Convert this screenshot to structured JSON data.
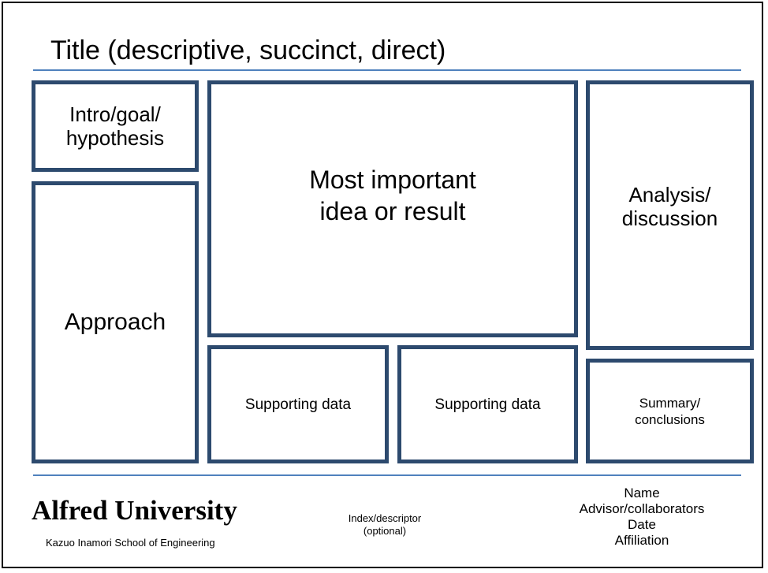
{
  "poster": {
    "title": "Title (descriptive, succinct, direct)",
    "sections": {
      "intro": "Intro/goal/\nhypothesis",
      "approach": "Approach",
      "main_result": "Most important\nidea or result",
      "supporting_data_1": "Supporting data",
      "supporting_data_2": "Supporting data",
      "analysis": "Analysis/\ndiscussion",
      "summary": "Summary/\nconclusions"
    },
    "footer": {
      "university": "Alfred University",
      "school": "Kazuo Inamori School of Engineering",
      "index": "Index/descriptor\n(optional)",
      "author_lines": [
        "Name",
        "Advisor/collaborators",
        "Date",
        "Affiliation"
      ]
    }
  },
  "colors": {
    "box_border": "#2d4a6e",
    "rule": "#4f81bd"
  }
}
